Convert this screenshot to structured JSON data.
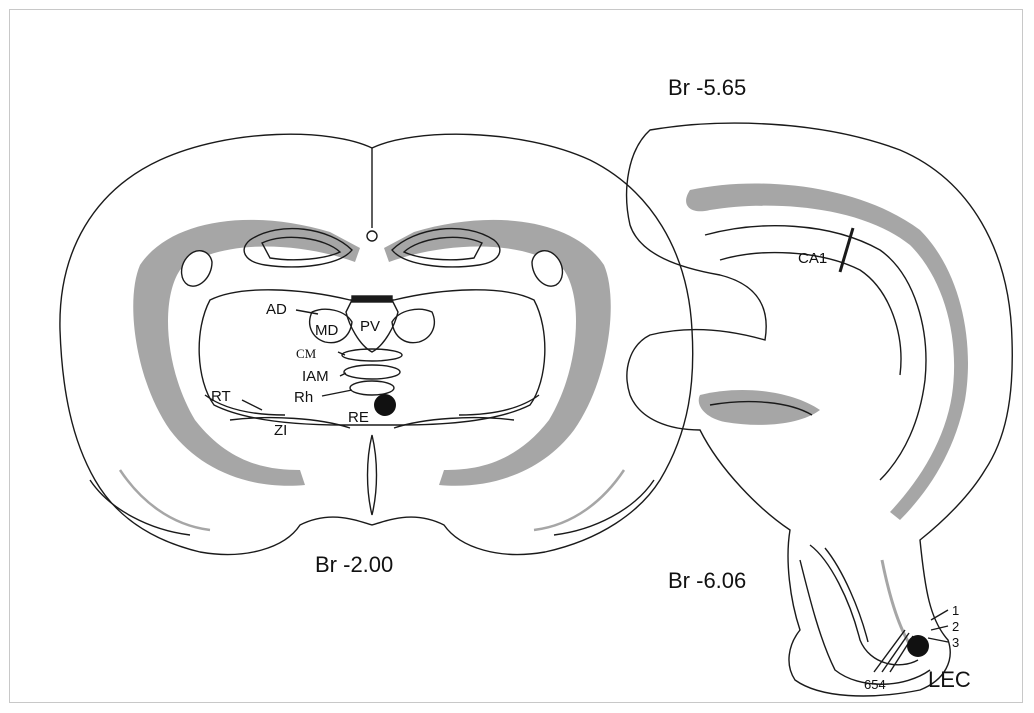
{
  "figure": {
    "coronal_section": {
      "bregma": "Br -2.00",
      "nuclei": {
        "ad": "AD",
        "md": "MD",
        "pv": "PV",
        "cm": "CM",
        "iam": "IAM",
        "rh": "Rh",
        "re": "RE",
        "rt": "RT",
        "zi": "ZI"
      }
    },
    "hippocampal_section": {
      "bregma_upper": "Br -5.65",
      "bregma_lower": "Br -6.06",
      "ca1": "CA1",
      "lec": "LEC",
      "layers": {
        "l1": "1",
        "l2": "2",
        "l3": "3",
        "l654": "654"
      }
    },
    "colors": {
      "outline": "#1a1a1a",
      "white_matter": "#a6a6a6",
      "injection_site": "#111111"
    }
  }
}
